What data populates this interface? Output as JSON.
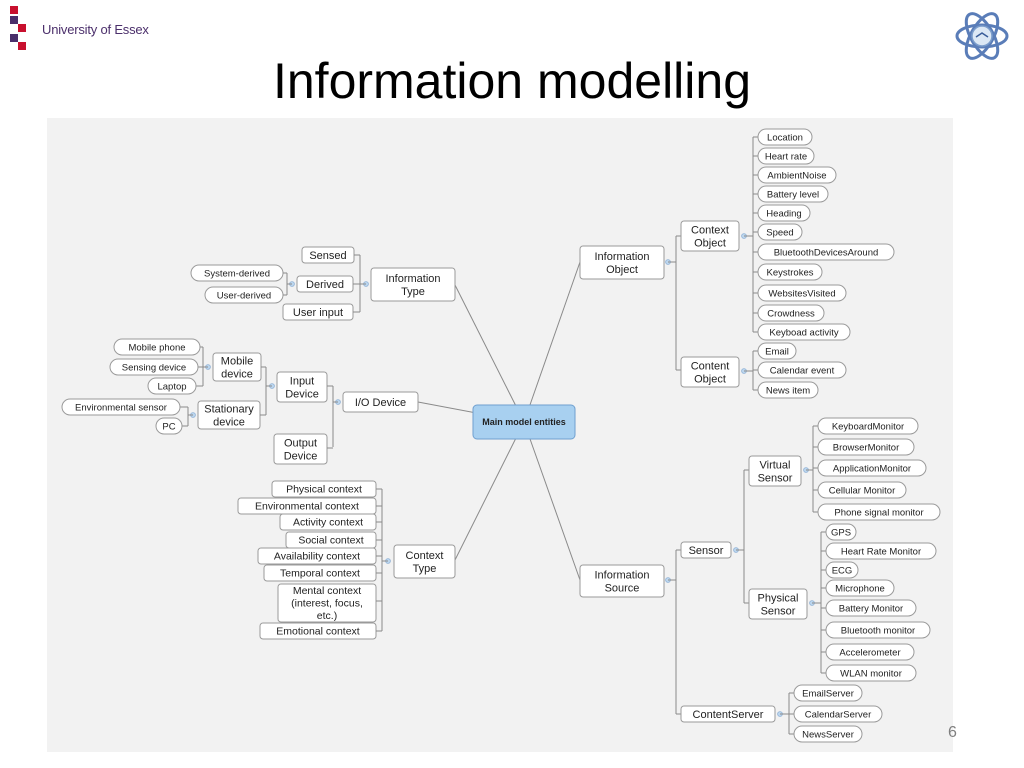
{
  "header": {
    "org_name": "University of Essex",
    "title": "Information modelling",
    "page_number": "6"
  },
  "colors": {
    "brand_red": "#c8102e",
    "brand_purple": "#4b2f6b",
    "canvas_bg": "#f2f2f2",
    "root_fill": "#a8d0f0",
    "line": "#8a8a8a"
  },
  "diagram": {
    "root": "Main model entities",
    "information_object": {
      "label": "Information Object",
      "context_object": {
        "label": "Context Object",
        "items": [
          "Location",
          "Heart rate",
          "AmbientNoise",
          "Battery level",
          "Heading",
          "Speed",
          "BluetoothDevicesAround",
          "Keystrokes",
          "WebsitesVisited",
          "Crowdness",
          "Keyboad activity"
        ]
      },
      "content_object": {
        "label": "Content Object",
        "items": [
          "Email",
          "Calendar event",
          "News item"
        ]
      }
    },
    "information_source": {
      "label": "Information Source",
      "sensor": {
        "label": "Sensor",
        "virtual_sensor": {
          "label": "Virtual Sensor",
          "items": [
            "KeyboardMonitor",
            "BrowserMonitor",
            "ApplicationMonitor",
            "Cellular Monitor",
            "Phone signal monitor"
          ]
        },
        "physical_sensor": {
          "label": "Physical Sensor",
          "items": [
            "GPS",
            "Heart Rate Monitor",
            "ECG",
            "Microphone",
            "Battery Monitor",
            "Bluetooth monitor",
            "Accelerometer",
            "WLAN monitor"
          ]
        }
      },
      "content_server": {
        "label": "ContentServer",
        "items": [
          "EmailServer",
          "CalendarServer",
          "NewsServer"
        ]
      }
    },
    "information_type": {
      "label": "Information Type",
      "sensed": "Sensed",
      "derived": {
        "label": "Derived",
        "items": [
          "System-derived",
          "User-derived"
        ]
      },
      "user_input": "User input"
    },
    "io_device": {
      "label": "I/O Device",
      "input_device": {
        "label": "Input Device",
        "mobile_device": {
          "label": "Mobile device",
          "items": [
            "Mobile phone",
            "Sensing device",
            "Laptop"
          ]
        },
        "stationary_device": {
          "label": "Stationary device",
          "items": [
            "Environmental sensor",
            "PC"
          ]
        }
      },
      "output_device": "Output Device"
    },
    "context_type": {
      "label": "Context Type",
      "items": [
        "Physical context",
        "Environmental context",
        "Activity context",
        "Social context",
        "Availability context",
        "Temporal context",
        "Mental context (interest, focus, etc.)",
        "Emotional context"
      ]
    }
  }
}
